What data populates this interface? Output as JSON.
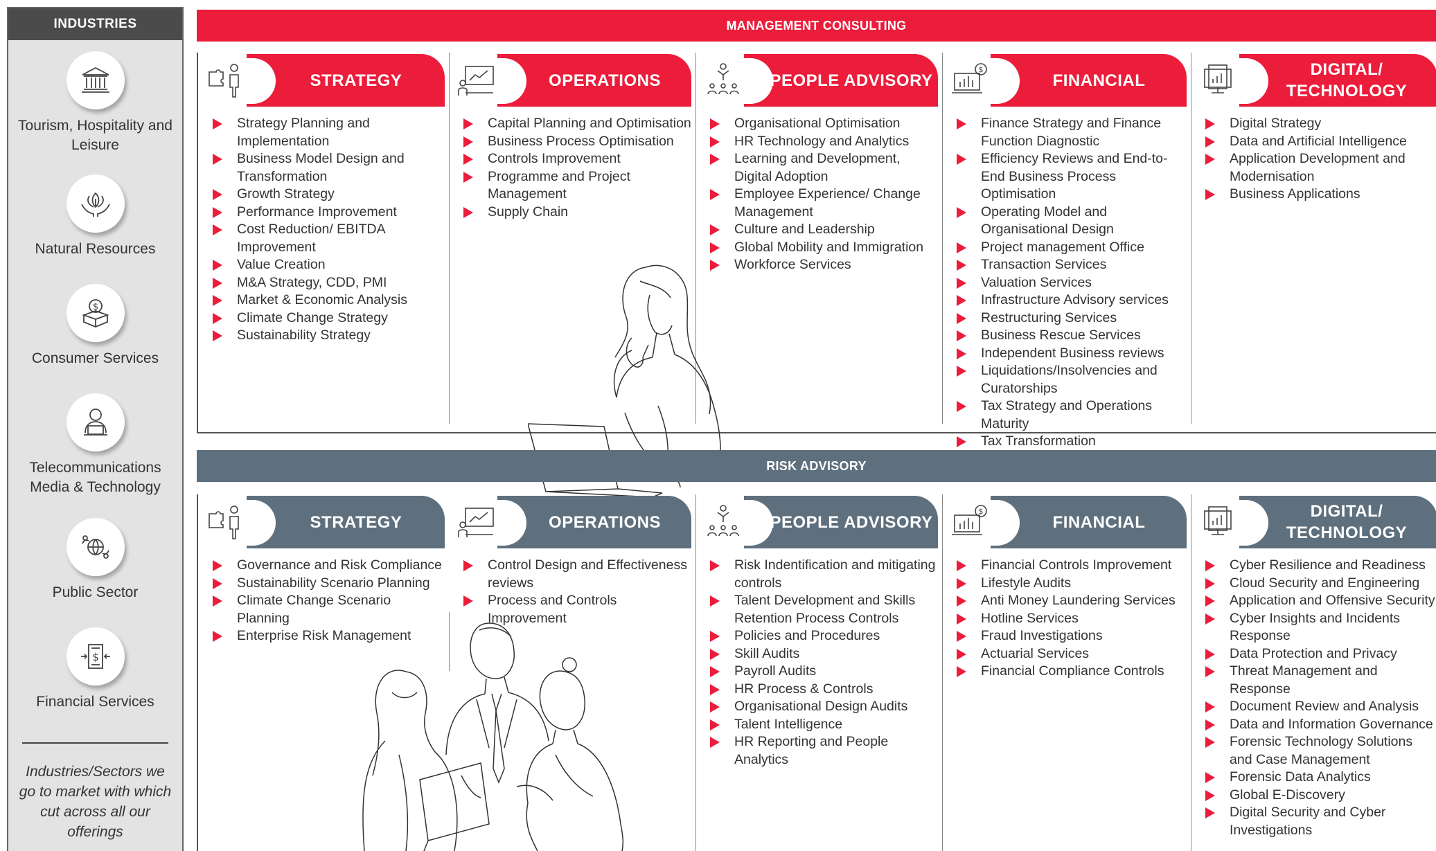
{
  "sidebar": {
    "title": "INDUSTRIES",
    "industries": [
      {
        "label": "Tourism, Hospitality and Leisure",
        "icon": "bank-building-icon"
      },
      {
        "label": "Natural Resources",
        "icon": "hands-leaf-icon"
      },
      {
        "label": "Consumer Services",
        "icon": "dollar-box-icon"
      },
      {
        "label": "Telecommunications Media & Technology",
        "icon": "person-laptop-icon"
      },
      {
        "label": "Public Sector",
        "icon": "globe-people-icon"
      },
      {
        "label": "Financial Services",
        "icon": "dollar-document-icon"
      }
    ],
    "note": "Industries/Sectors we go to market with which cut across all our offerings"
  },
  "management_consulting": {
    "title": "MANAGEMENT CONSULTING",
    "columns": [
      {
        "title": "STRATEGY",
        "items": [
          "Strategy Planning and Implementation",
          "Business Model Design and Transformation",
          "Growth Strategy",
          "Performance Improvement",
          "Cost Reduction/ EBITDA Improvement",
          "Value Creation",
          "M&A Strategy, CDD, PMI",
          "Market & Economic Analysis",
          "Climate Change Strategy",
          "Sustainability Strategy"
        ]
      },
      {
        "title": "OPERATIONS",
        "items": [
          "Capital Planning and Optimisation",
          "Business Process Optimisation",
          "Controls Improvement",
          "Programme and Project Management",
          "Supply Chain"
        ]
      },
      {
        "title": "PEOPLE ADVISORY",
        "items": [
          "Organisational Optimisation",
          "HR Technology and Analytics",
          "Learning and Development, Digital Adoption",
          "Employee Experience/ Change Management",
          "Culture and Leadership",
          "Global Mobility and Immigration",
          "Workforce Services"
        ]
      },
      {
        "title": "FINANCIAL",
        "items": [
          "Finance Strategy and Finance Function Diagnostic",
          "Efficiency Reviews and End-to-End Business Process Optimisation",
          "Operating Model and Organisational Design",
          "Project management Office",
          "Transaction Services",
          "Valuation Services",
          "Infrastructure Advisory services",
          "Restructuring Services",
          "Business Rescue Services",
          "Independent Business reviews",
          "Liquidations/Insolvencies and Curatorships",
          "Tax Strategy and Operations Maturity",
          "Tax Transformation"
        ]
      },
      {
        "title": "DIGITAL/ TECHNOLOGY",
        "items": [
          "Digital Strategy",
          "Data and Artificial Intelligence",
          "Application Development and Modernisation",
          "Business Applications"
        ]
      }
    ]
  },
  "risk_advisory": {
    "title": "RISK ADVISORY",
    "columns": [
      {
        "title": "STRATEGY",
        "items": [
          "Governance and Risk Compliance",
          "Sustainability Scenario Planning",
          "Climate Change Scenario Planning",
          "Enterprise Risk Management"
        ]
      },
      {
        "title": "OPERATIONS",
        "items": [
          "Control Design and Effectiveness reviews",
          "Process and Controls Improvement"
        ]
      },
      {
        "title": "PEOPLE ADVISORY",
        "items": [
          "Risk Indentification and mitigating controls",
          "Talent Development and Skills Retention Process Controls",
          "Policies and Procedures",
          "Skill Audits",
          "Payroll Audits",
          "HR Process & Controls",
          "Organisational Design Audits",
          "Talent Intelligence",
          "HR Reporting and People Analytics"
        ]
      },
      {
        "title": "FINANCIAL",
        "items": [
          "Financial Controls Improvement",
          "Lifestyle Audits",
          "Anti Money Laundering Services",
          "Hotline Services",
          "Fraud Investigations",
          "Actuarial Services",
          "Financial Compliance Controls"
        ]
      },
      {
        "title": "DIGITAL/ TECHNOLOGY",
        "items": [
          "Cyber Resilience and Readiness",
          "Cloud Security and Engineering",
          "Application and Offensive Security",
          "Cyber Insights and Incidents Response",
          "Data Protection and Privacy",
          "Threat Management and Response",
          "Document Review and Analysis",
          "Data and Information Governance",
          "Forensic Technology Solutions and Case Management",
          "Forensic Data Analytics",
          "Global E-Discovery",
          "Digital Security and Cyber Investigations"
        ]
      }
    ]
  },
  "colors": {
    "primary_red": "#ec1c3b",
    "slate": "#5e6f7d",
    "sidebar_bg": "#e3e3e3",
    "sidebar_head": "#4b4b4b"
  }
}
